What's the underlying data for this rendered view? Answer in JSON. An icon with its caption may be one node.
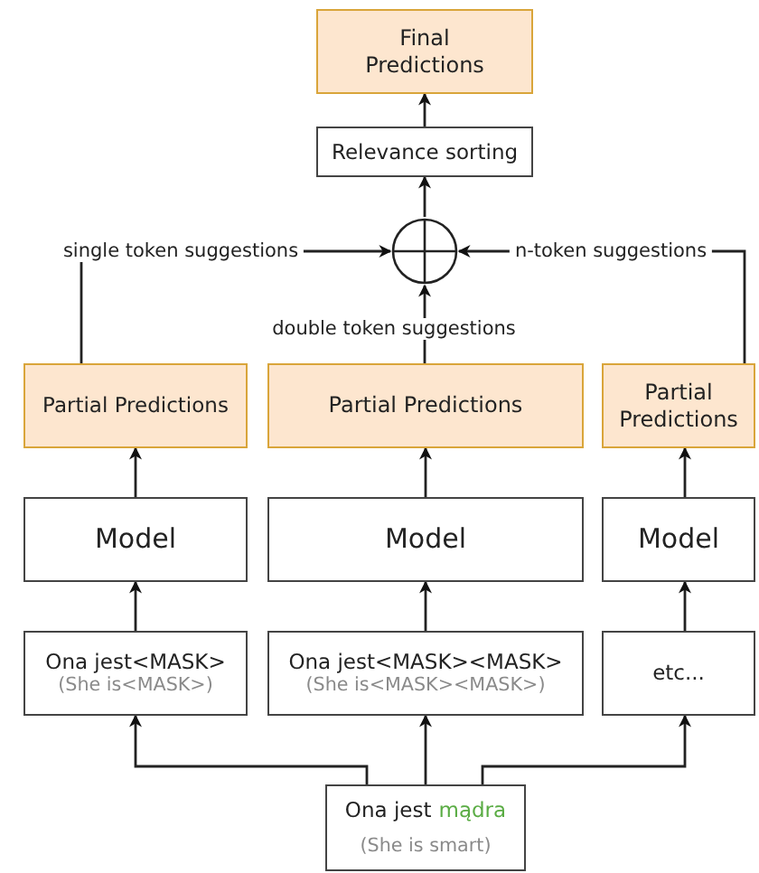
{
  "diagram": {
    "nodes": [
      {
        "text": [
          "Final Predictions"
        ]
      },
      {
        "text": [
          "Relevance sorting"
        ]
      },
      {
        "text": [],
        "shape": "circle"
      },
      {
        "text": [
          "Partial Predictions"
        ]
      },
      {
        "text": [
          "Partial Predictions"
        ]
      },
      {
        "text": [
          "Partial Predictions"
        ]
      },
      {
        "text": [
          "Model"
        ]
      },
      {
        "text": [
          "Model"
        ]
      },
      {
        "text": [
          "Model"
        ]
      },
      {
        "text": [
          "Ona jest<MASK>",
          "(She is<MASK>)"
        ]
      },
      {
        "text": [
          "Ona jest<MASK><MASK>",
          "(She is<MASK><MASK>)"
        ]
      },
      {
        "text": [
          "etc..."
        ]
      },
      {
        "text": [
          "Ona jest",
          "mądra",
          "(She is smart)"
        ]
      }
    ],
    "edges": [
      {
        "from": 12,
        "to": 9,
        "arrow": "to"
      },
      {
        "from": 12,
        "to": 10,
        "arrow": "to"
      },
      {
        "from": 12,
        "to": 11,
        "arrow": "to"
      },
      {
        "from": 9,
        "to": 6,
        "arrow": "to"
      },
      {
        "from": 10,
        "to": 7,
        "arrow": "to"
      },
      {
        "from": 11,
        "to": 8,
        "arrow": "to"
      },
      {
        "from": 6,
        "to": 3,
        "arrow": "to"
      },
      {
        "from": 7,
        "to": 4,
        "arrow": "to"
      },
      {
        "from": 8,
        "to": 5,
        "arrow": "to"
      },
      {
        "from": 3,
        "to": 2,
        "arrow": "to",
        "label": "single token suggestions"
      },
      {
        "from": 4,
        "to": 2,
        "arrow": "to",
        "label": "double token suggestions"
      },
      {
        "from": 5,
        "to": 2,
        "arrow": "to",
        "label": "n-token suggestions"
      },
      {
        "from": 2,
        "to": 1,
        "arrow": "to"
      },
      {
        "from": 1,
        "to": 0,
        "arrow": "to"
      }
    ]
  }
}
